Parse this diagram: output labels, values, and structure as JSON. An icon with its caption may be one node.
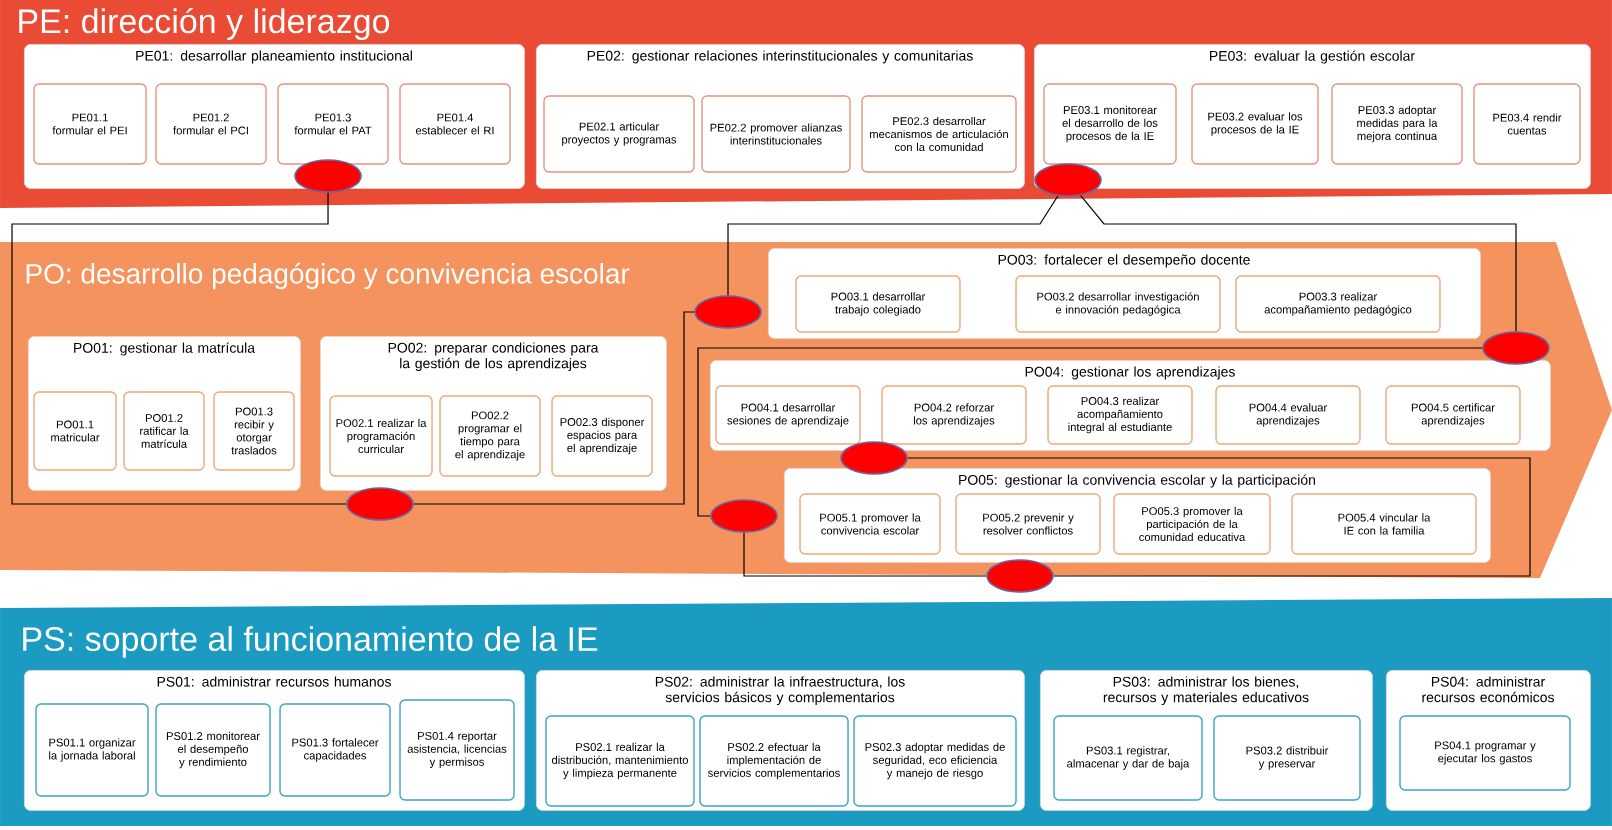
{
  "diagram": {
    "nodes": [
      {
        "text": [
          "PE: dirección y liderazgo"
        ]
      },
      {
        "text": [
          "PE01: desarrollar planeamiento institucional"
        ],
        "in": 0
      },
      {
        "text": [
          "PE01.1 formular el PEI"
        ],
        "in": 1
      },
      {
        "text": [
          "PE01.2 formular el PCI"
        ],
        "in": 1
      },
      {
        "text": [
          "PE01.3 formular el PAT"
        ],
        "in": 1
      },
      {
        "text": [
          "PE01.4 establecer el RI"
        ],
        "in": 1
      },
      {
        "text": [
          "PE02: gestionar relaciones interinstitucionales y comunitarias"
        ],
        "in": 0
      },
      {
        "text": [
          "PE02.1 articular proyectos y programas"
        ],
        "in": 6
      },
      {
        "text": [
          "PE02.2 promover alianzas interinstitucionales"
        ],
        "in": 6
      },
      {
        "text": [
          "PE02.3 desarrollar mecanismos de articulación con la comunidad"
        ],
        "in": 6
      },
      {
        "text": [
          "PE03: evaluar la gestión escolar"
        ],
        "in": 0
      },
      {
        "text": [
          "PE03.1 monitorear el desarrollo de los procesos de la IE"
        ],
        "in": 10
      },
      {
        "text": [
          "PE03.2 evaluar los procesos de la IE"
        ],
        "in": 10
      },
      {
        "text": [
          "PE03.3 adoptar medidas para la mejora continua"
        ],
        "in": 10
      },
      {
        "text": [
          "PE03.4 rendir cuentas"
        ],
        "in": 10
      },
      {
        "text": [
          "PO: desarrollo pedagógico y convivencia escolar"
        ]
      },
      {
        "text": [
          "PO01: gestionar la matrícula"
        ],
        "in": 15
      },
      {
        "text": [
          "PO01.1 matricular"
        ],
        "in": 16
      },
      {
        "text": [
          "PO01.2 ratificar la matrícula"
        ],
        "in": 16
      },
      {
        "text": [
          "PO01.3 recibir y otorgar traslados"
        ],
        "in": 16
      },
      {
        "text": [
          "PO02: preparar condiciones para la gestión de los aprendizajes"
        ],
        "in": 15
      },
      {
        "text": [
          "PO02.1 realizar la programación curricular"
        ],
        "in": 20
      },
      {
        "text": [
          "PO02.2 programar el tiempo para el aprendizaje"
        ],
        "in": 20
      },
      {
        "text": [
          "PO02.3 disponer espacios para el aprendizaje"
        ],
        "in": 20
      },
      {
        "text": [
          "PO03: fortalecer el desempeño docente"
        ],
        "in": 15
      },
      {
        "text": [
          "PO03.1 desarrollar trabajo colegiado"
        ],
        "in": 24
      },
      {
        "text": [
          "PO03.2 desarrollar investigación e innovación pedagógica"
        ],
        "in": 24
      },
      {
        "text": [
          "PO03.3 realizar acompañamiento pedagógico"
        ],
        "in": 24
      },
      {
        "text": [
          "PO04: gestionar los aprendizajes"
        ],
        "in": 15
      },
      {
        "text": [
          "PO04.1 desarrollar sesiones de aprendizaje"
        ],
        "in": 28
      },
      {
        "text": [
          "PO04.2 reforzar los aprendizajes"
        ],
        "in": 28
      },
      {
        "text": [
          "PO04.3 realizar acompañamiento integral al estudiante"
        ],
        "in": 28
      },
      {
        "text": [
          "PO04.4 evaluar aprendizajes"
        ],
        "in": 28
      },
      {
        "text": [
          "PO04.5 certificar aprendizajes"
        ],
        "in": 28
      },
      {
        "text": [
          "PO05: gestionar la convivencia escolar y la participación"
        ],
        "in": 15
      },
      {
        "text": [
          "PO05.1 promover la convivencia escolar"
        ],
        "in": 34
      },
      {
        "text": [
          "PO05.2 prevenir y resolver conflictos"
        ],
        "in": 34
      },
      {
        "text": [
          "PO05.3 promover la participación de la comunidad educativa"
        ],
        "in": 34
      },
      {
        "text": [
          "PO05.4 vincular la IE con la familia"
        ],
        "in": 34
      },
      {
        "text": [
          "PS: soporte al funcionamiento de la IE"
        ]
      },
      {
        "text": [
          "PS01: administrar recursos humanos"
        ],
        "in": 39
      },
      {
        "text": [
          "PS01.1 organizar la jornada laboral"
        ],
        "in": 40
      },
      {
        "text": [
          "PS01.2 monitorear el desempeño y rendimiento"
        ],
        "in": 40
      },
      {
        "text": [
          "PS01.3 fortalecer capacidades"
        ],
        "in": 40
      },
      {
        "text": [
          "PS01.4 reportar asistencia, licencias y permisos"
        ],
        "in": 40
      },
      {
        "text": [
          "PS02: administrar la infraestructura, los servicios básicos y complementarios"
        ],
        "in": 39
      },
      {
        "text": [
          "PS02.1 realizar la distribución, mantenimiento y limpieza permanente"
        ],
        "in": 45
      },
      {
        "text": [
          "PS02.2 efectuar la implementación de servicios complementarios"
        ],
        "in": 45
      },
      {
        "text": [
          "PS02.3 adoptar medidas de seguridad, eco eficiencia y manejo de riesgo"
        ],
        "in": 45
      },
      {
        "text": [
          "PS03: administrar los bienes, recursos y materiales educativos"
        ],
        "in": 39
      },
      {
        "text": [
          "PS03.1 registrar, almacenar y dar de baja"
        ],
        "in": 49
      },
      {
        "text": [
          "PS03.2 distribuir y preservar"
        ],
        "in": 49
      },
      {
        "text": [
          "PS04: administrar recursos económicos"
        ],
        "in": 39
      },
      {
        "text": [
          "PS04.1 programar y ejecutar los gastos"
        ],
        "in": 52
      },
      {
        "text": [],
        "shape": "ellipse",
        "in": 0
      },
      {
        "text": [],
        "shape": "ellipse",
        "in": 0
      },
      {
        "text": [],
        "shape": "ellipse",
        "in": 15
      },
      {
        "text": [],
        "shape": "ellipse",
        "in": 15
      },
      {
        "text": [],
        "shape": "ellipse",
        "in": 15
      },
      {
        "text": [],
        "shape": "ellipse",
        "in": 15
      },
      {
        "text": [],
        "shape": "ellipse",
        "in": 15
      },
      {
        "text": [],
        "shape": "ellipse"
      }
    ],
    "edges": [
      {
        "from": 54,
        "to": 59,
        "arrow": "none"
      },
      {
        "from": 59,
        "to": 56,
        "arrow": "none"
      },
      {
        "from": 56,
        "to": 55,
        "arrow": "none"
      },
      {
        "from": 55,
        "to": 57,
        "arrow": "none"
      },
      {
        "from": 57,
        "to": 60,
        "arrow": "none"
      },
      {
        "from": 60,
        "to": 61,
        "arrow": "none"
      },
      {
        "from": 58,
        "to": 61,
        "arrow": "none"
      }
    ]
  }
}
